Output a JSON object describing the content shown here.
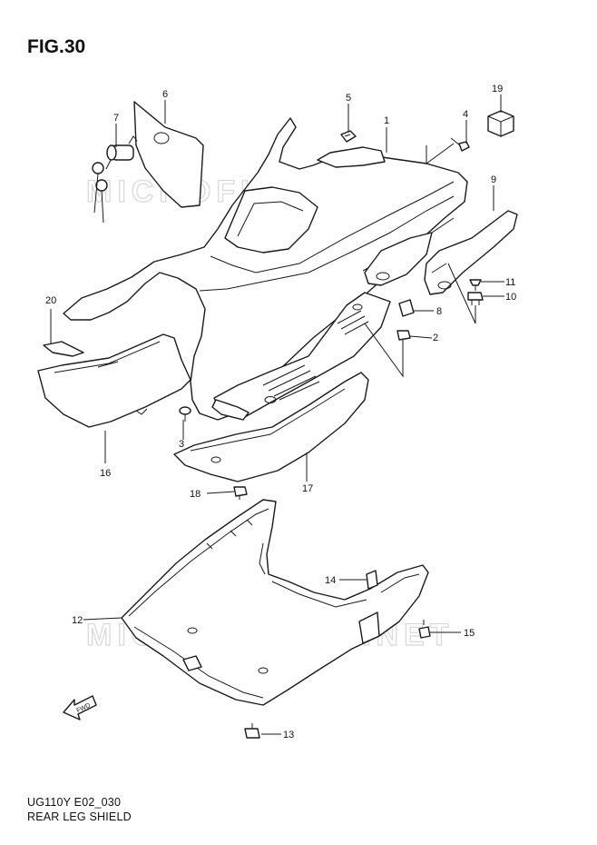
{
  "figure": {
    "title": "FIG.30",
    "model_code": "UG110Y E02_030",
    "section_name": "REAR LEG SHIELD",
    "watermark": "MICROFICHES.NET",
    "fwd_label": "FWD"
  },
  "callouts": {
    "c1": "1",
    "c2": "2",
    "c3": "3",
    "c4": "4",
    "c5": "5",
    "c6": "6",
    "c7": "7",
    "c8": "8",
    "c9": "9",
    "c10": "10",
    "c11": "11",
    "c12": "12",
    "c13": "13",
    "c14": "14",
    "c15": "15",
    "c16": "16",
    "c17": "17",
    "c18": "18",
    "c19": "19",
    "c20": "20"
  },
  "colors": {
    "line": "#1a1a1a",
    "watermark": "#d8d8d8",
    "background": "#ffffff"
  }
}
